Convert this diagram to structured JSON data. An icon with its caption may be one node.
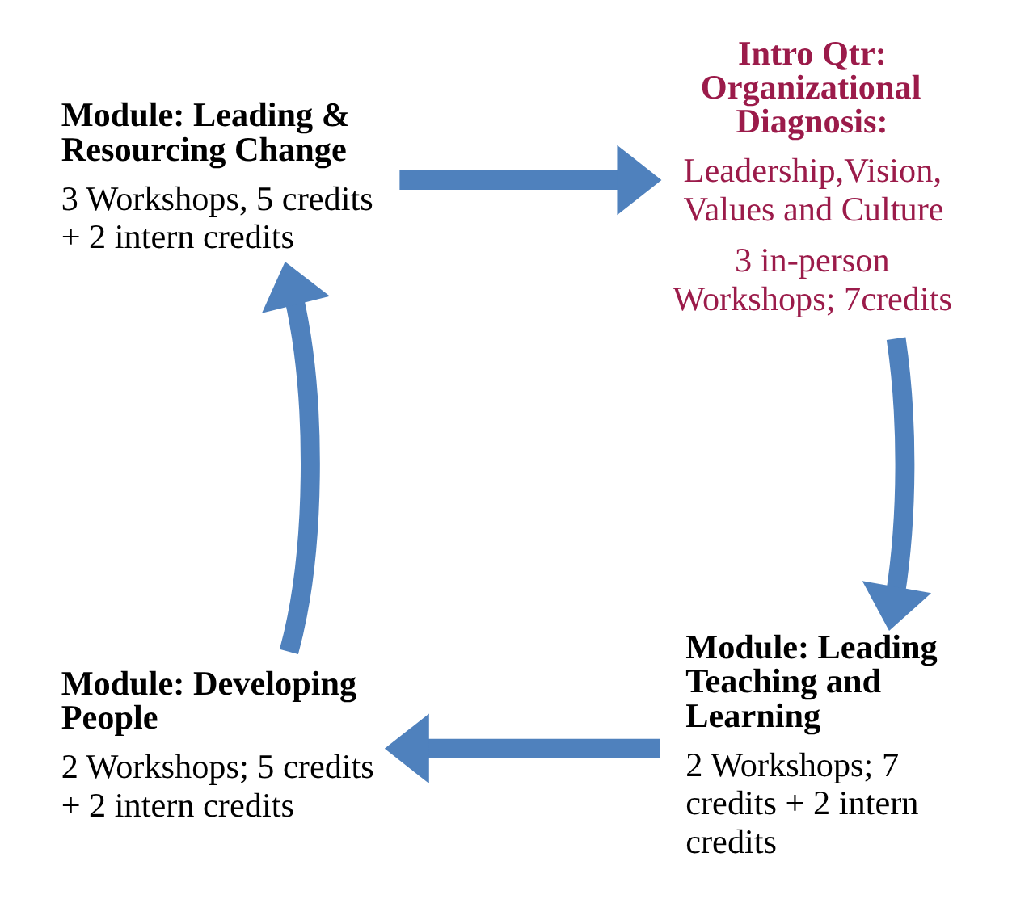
{
  "diagram": {
    "nodes": [
      {
        "text": [
          "Module: Leading & Resourcing Change",
          "3 Workshops, 5 credits + 2 intern credits"
        ]
      },
      {
        "text": [
          "Intro Qtr: Organizational Diagnosis:",
          "Leadership,Vision, Values and Culture",
          "3 in-person Workshops; 7credits"
        ]
      },
      {
        "text": [
          "Module: Developing People",
          "2 Workshops; 5 credits + 2 intern credits"
        ]
      },
      {
        "text": [
          "Module: Leading Teaching and Learning",
          "2 Workshops; 7 credits + 2 intern credits"
        ]
      }
    ],
    "edges": [
      {
        "from": 0,
        "to": 1,
        "arrow": "to"
      },
      {
        "from": 1,
        "to": 3,
        "arrow": "to"
      },
      {
        "from": 3,
        "to": 2,
        "arrow": "to"
      },
      {
        "from": 2,
        "to": 0,
        "arrow": "to"
      }
    ]
  }
}
